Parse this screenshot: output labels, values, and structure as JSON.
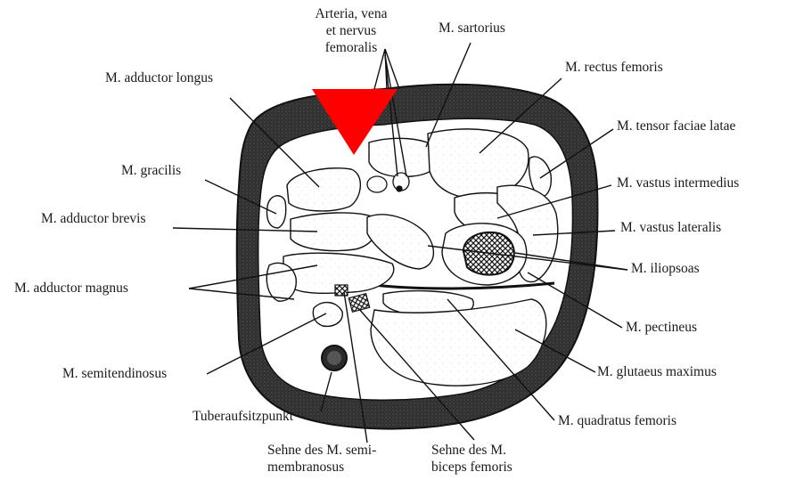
{
  "labels": {
    "femoral_line1": "Arteria, vena",
    "femoral_line2": "et nervus",
    "femoral_line3": "femoralis",
    "sartorius": "M. sartorius",
    "rectus_femoris": "M. rectus femoris",
    "adductor_longus": "M. adductor longus",
    "tensor_faciae_latae": "M. tensor faciae latae",
    "gracilis": "M. gracilis",
    "vastus_intermedius": "M. vastus intermedius",
    "adductor_brevis": "M. adductor brevis",
    "vastus_lateralis": "M. vastus lateralis",
    "iliopsoas": "M. iliopsoas",
    "adductor_magnus": "M. adductor magnus",
    "pectineus": "M. pectineus",
    "semitendinosus": "M. semitendinosus",
    "glutaeus_maximus": "M. glutaeus maximus",
    "tuberaufsitzpunkt": "Tuberaufsitzpunkt",
    "quadratus_femoris": "M. quadratus femoris",
    "semimembranosus_line1": "Sehne des M. semi-",
    "semimembranosus_line2": "membranosus",
    "biceps_line1": "Sehne des M.",
    "biceps_line2": "biceps femoris"
  },
  "marker": {
    "shape": "triangle-down",
    "color": "#ff0000"
  },
  "colors": {
    "ink": "#1a1a1a",
    "skin": "#333333"
  }
}
